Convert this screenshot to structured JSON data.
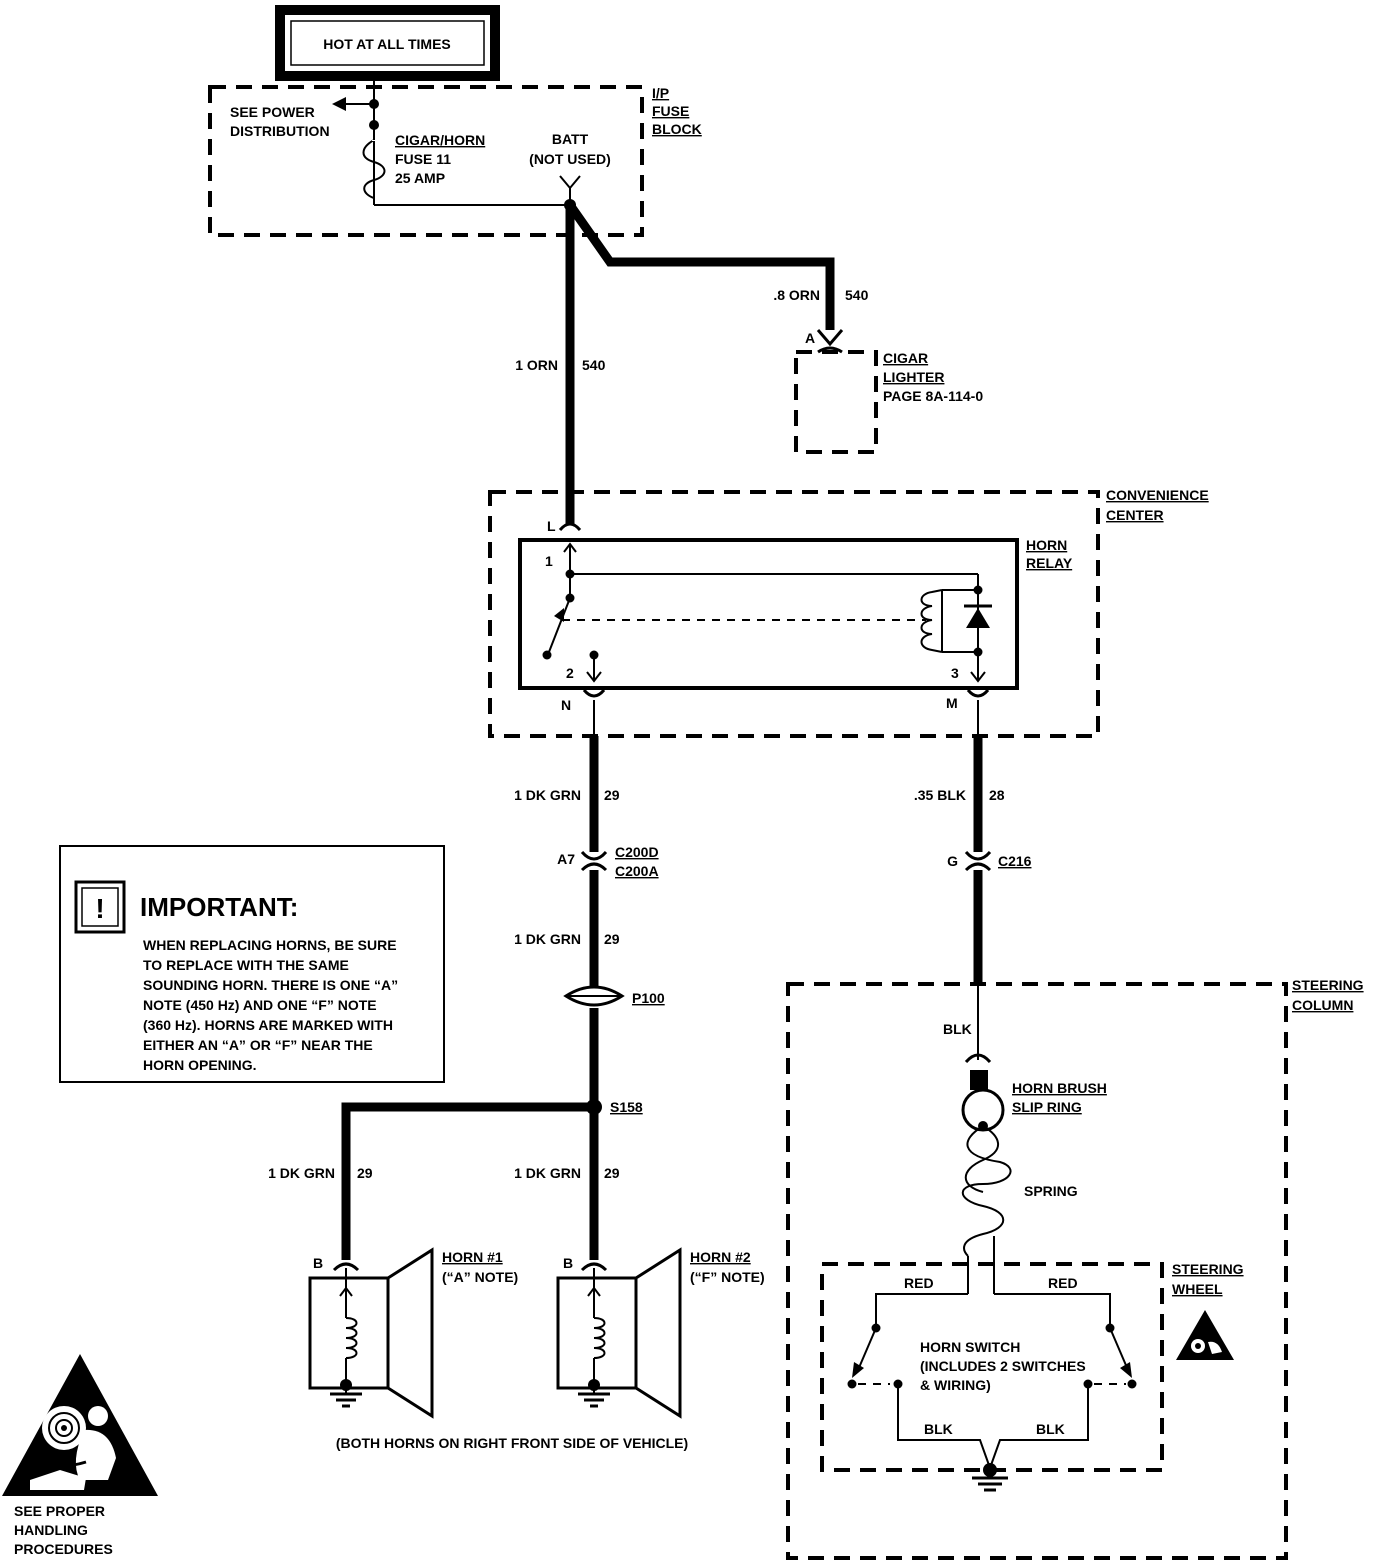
{
  "hot_label": "HOT AT ALL TIMES",
  "fuse_block": {
    "title": [
      "I/P",
      "FUSE",
      "BLOCK"
    ],
    "see_power": [
      "SEE POWER",
      "DISTRIBUTION"
    ],
    "fuse": [
      "CIGAR/HORN",
      "FUSE 11",
      "25 AMP"
    ],
    "batt": [
      "BATT",
      "(NOT USED)"
    ]
  },
  "wires": {
    "w_cigar": {
      "gauge": ".8 ORN",
      "circuit": "540"
    },
    "w_main": {
      "gauge": "1 ORN",
      "circuit": "540"
    },
    "w_n": {
      "gauge": "1 DK GRN",
      "circuit": "29"
    },
    "w_m": {
      "gauge": ".35 BLK",
      "circuit": "28"
    },
    "w_n2": {
      "gauge": "1 DK GRN",
      "circuit": "29"
    },
    "w_h1": {
      "gauge": "1 DK GRN",
      "circuit": "29"
    },
    "w_h2": {
      "gauge": "1 DK GRN",
      "circuit": "29"
    }
  },
  "cigar_lighter": {
    "pin": "A",
    "lines": [
      "CIGAR",
      "LIGHTER",
      "PAGE 8A-114-0"
    ]
  },
  "convenience_center": {
    "title": [
      "CONVENIENCE",
      "CENTER"
    ],
    "pins": {
      "L": "L",
      "N": "N",
      "M": "M"
    }
  },
  "horn_relay": {
    "title": [
      "HORN",
      "RELAY"
    ],
    "terminals": [
      "1",
      "2",
      "3"
    ]
  },
  "connectors": {
    "c200": {
      "pin": "A7",
      "names": [
        "C200D",
        "C200A"
      ]
    },
    "c216": {
      "pin": "G",
      "name": "C216"
    },
    "p100": "P100",
    "s158": "S158"
  },
  "important": {
    "heading": "IMPORTANT:",
    "lines": [
      "WHEN REPLACING HORNS, BE SURE",
      "TO REPLACE WITH THE SAME",
      "SOUNDING HORN.  THERE IS ONE “A”",
      "NOTE (450 Hz) AND ONE “F” NOTE",
      "(360 Hz).  HORNS ARE MARKED WITH",
      "EITHER AN “A” OR “F” NEAR THE",
      "HORN OPENING."
    ]
  },
  "horns": {
    "horn1": {
      "pin": "B",
      "lines": [
        "HORN #1",
        "(“A” NOTE)"
      ]
    },
    "horn2": {
      "pin": "B",
      "lines": [
        "HORN #2",
        "(“F” NOTE)"
      ]
    },
    "note": "(BOTH HORNS ON RIGHT FRONT SIDE OF VEHICLE)"
  },
  "steering_column": {
    "title": [
      "STEERING",
      "COLUMN"
    ],
    "blk": "BLK",
    "brush": [
      "HORN BRUSH",
      "SLIP RING"
    ],
    "spring": "SPRING"
  },
  "steering_wheel": {
    "title": [
      "STEERING",
      "WHEEL"
    ],
    "red_left": "RED",
    "red_right": "RED",
    "switch": [
      "HORN SWITCH",
      "(INCLUDES 2 SWITCHES",
      "& WIRING)"
    ],
    "blk_left": "BLK",
    "blk_right": "BLK"
  },
  "handling": [
    "SEE PROPER",
    "HANDLING",
    "PROCEDURES"
  ]
}
